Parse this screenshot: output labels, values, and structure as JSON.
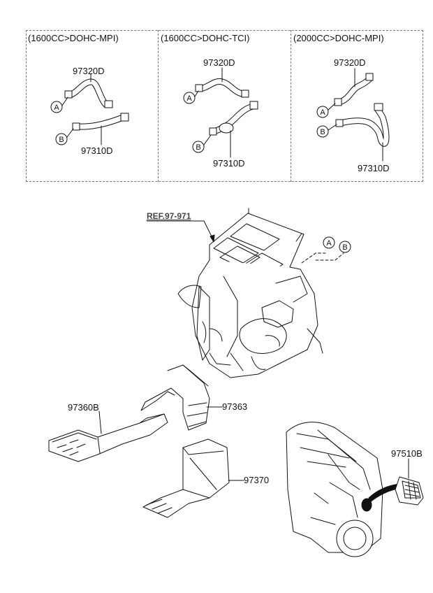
{
  "variants": [
    {
      "header": "(1600CC>DOHC-MPI)",
      "upper_hose": "97320D",
      "lower_hose": "97310D",
      "callout_a": "A",
      "callout_b": "B"
    },
    {
      "header": "(1600CC>DOHC-TCI)",
      "upper_hose": "97320D",
      "lower_hose": "97310D",
      "callout_a": "A",
      "callout_b": "B"
    },
    {
      "header": "(2000CC>DOHC-MPI)",
      "upper_hose": "97320D",
      "lower_hose": "97310D",
      "callout_a": "A",
      "callout_b": "B"
    }
  ],
  "main": {
    "ref_label": "REF.97-971",
    "callout_a": "A",
    "callout_b": "B",
    "parts": {
      "rear_duct_left": "97360B",
      "duct_connector": "97363",
      "rear_duct_right": "97370",
      "vent_grille": "97510B"
    }
  }
}
